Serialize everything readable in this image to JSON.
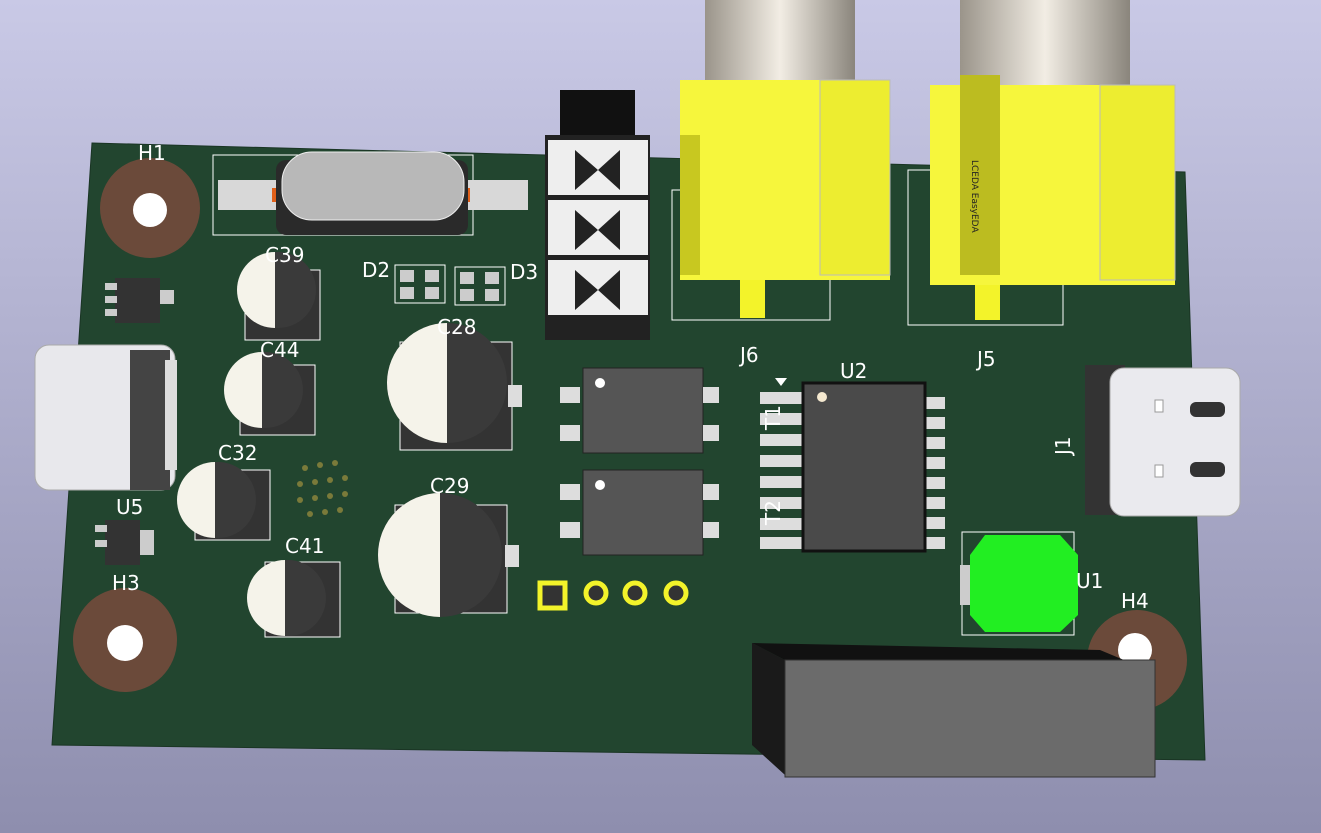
{
  "viewer": {
    "background_top": "#c9c9e6",
    "background_bottom": "#8e8eae",
    "board_color": "#22452f",
    "silkscreen_color": "#ffffff",
    "pad_color": "#f3f32a"
  },
  "refs": {
    "H1": "H1",
    "H3": "H3",
    "H4": "H4",
    "C39": "C39",
    "C44": "C44",
    "C32": "C32",
    "C41": "C41",
    "C28": "C28",
    "C29": "C29",
    "D2": "D2",
    "D3": "D3",
    "U5": "U5",
    "U2": "U2",
    "U1": "U1",
    "J6": "J6",
    "J5": "J5",
    "J1": "J1",
    "T1": "T1",
    "T2": "T2"
  },
  "logo_text": "LCEDA EasyEDA"
}
